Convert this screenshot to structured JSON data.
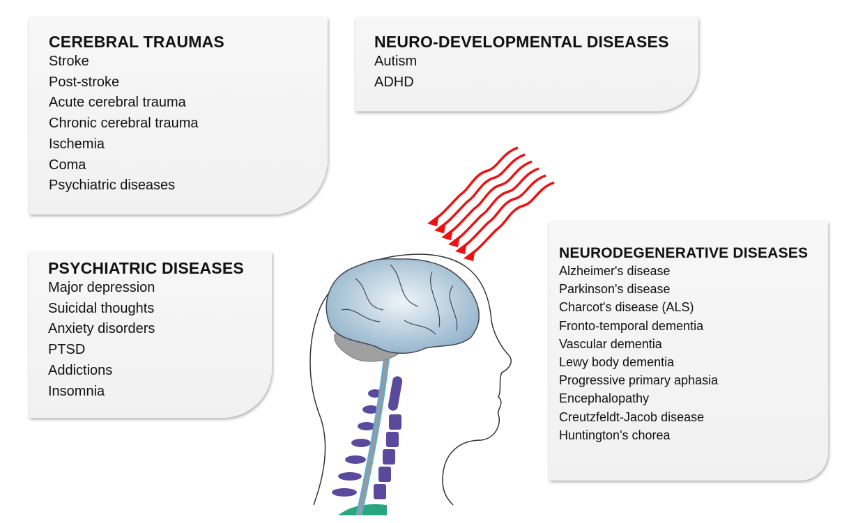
{
  "cerebral_traumas": {
    "title": "CEREBRAL TRAUMAS",
    "items": [
      "Stroke",
      "Post-stroke",
      "Acute cerebral trauma",
      "Chronic cerebral trauma",
      "Ischemia",
      "Coma",
      "Psychiatric diseases"
    ]
  },
  "neuro_developmental": {
    "title": "NEURO-DEVELOPMENTAL DISEASES",
    "items": [
      "Autism",
      "ADHD"
    ]
  },
  "psychiatric": {
    "title": "PSYCHIATRIC DISEASES",
    "items": [
      "Major depression",
      "Suicidal thoughts",
      "Anxiety disorders",
      "PTSD",
      "Addictions",
      "Insomnia"
    ]
  },
  "neurodegenerative": {
    "title": "NEURODEGENERATIVE DISEASES",
    "items": [
      "Alzheimer's disease",
      "Parkinson's disease",
      "Charcot's disease (ALS)",
      "Fronto-temporal dementia",
      "Vascular dementia",
      "Lewy body dementia",
      "Progressive primary aphasia",
      "Encephalopathy",
      "Creutzfeldt-Jacob disease",
      "Huntington's chorea"
    ]
  },
  "colors": {
    "arrows": "#ee1111",
    "brain": "#a9c4d8",
    "cerebellum": "#a0a0a0",
    "vertebrae": "#5a4a9e",
    "disc": "#2aa67f",
    "cord": "#4fb0e0"
  }
}
